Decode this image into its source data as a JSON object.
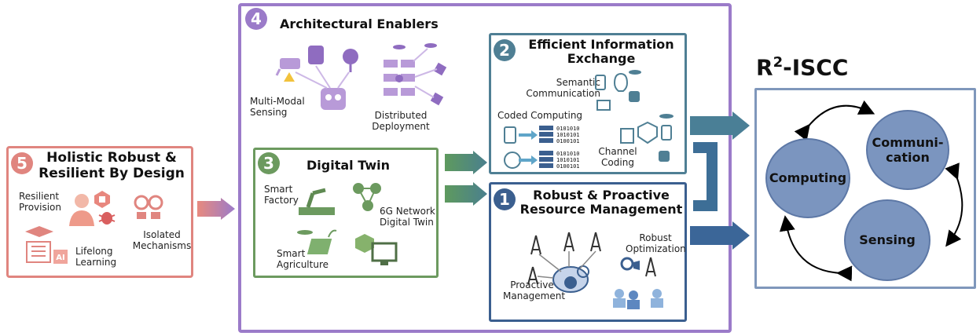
{
  "holistic": {
    "number": "5",
    "title_line1": "Holistic Robust &",
    "title_line2": "Resilient By Design",
    "labels": {
      "resilient_line1": "Resilient",
      "resilient_line2": "Provision",
      "isolated_line1": "Isolated",
      "isolated_line2": "Mechanisms",
      "lifelong_line1": "Lifelong",
      "lifelong_line2": "Learning",
      "ai_chip_text": "AI"
    }
  },
  "enablers": {
    "number": "4",
    "title": "Architectural Enablers",
    "multimodal_line1": "Multi-Modal",
    "multimodal_line2": "Sensing",
    "distributed_line1": "Distributed",
    "distributed_line2": "Deployment"
  },
  "digital_twin": {
    "number": "3",
    "title": "Digital Twin",
    "smart_factory_line1": "Smart",
    "smart_factory_line2": "Factory",
    "network_twin_line1": "6G Network",
    "network_twin_line2": "Digital Twin",
    "smart_agri_line1": "Smart",
    "smart_agri_line2": "Agriculture"
  },
  "info_exchange": {
    "number": "2",
    "title_line1": "Efficient Information",
    "title_line2": "Exchange",
    "semantic_line1": "Semantic",
    "semantic_line2": "Communication",
    "coded_computing": "Coded Computing",
    "channel_line1": "Channel",
    "channel_line2": "Coding",
    "bits_a": [
      "0101010",
      "1010101",
      "0100101"
    ],
    "bits_b": [
      "0101010",
      "1010101",
      "0100101"
    ]
  },
  "resource_mgmt": {
    "number": "1",
    "title_line1": "Robust & Proactive",
    "title_line2": "Resource Management",
    "proactive_line1": "Proactive",
    "proactive_line2": "Management",
    "robust_line1": "Robust",
    "robust_line2": "Optimization"
  },
  "iscc": {
    "title_prefix": "R",
    "title_sup": "2",
    "title_suffix": "-ISCC",
    "computing": "Computing",
    "communication_line1": "Communi-",
    "communication_line2": "cation",
    "sensing": "Sensing"
  },
  "colors": {
    "purple": "#9b7bc9",
    "red": "#e0857f",
    "green": "#6c9a5f",
    "teal": "#4f7f94",
    "navy": "#3b5f8f",
    "iscc_border": "#7f97bb",
    "iscc_circle": "#7b95bf"
  }
}
